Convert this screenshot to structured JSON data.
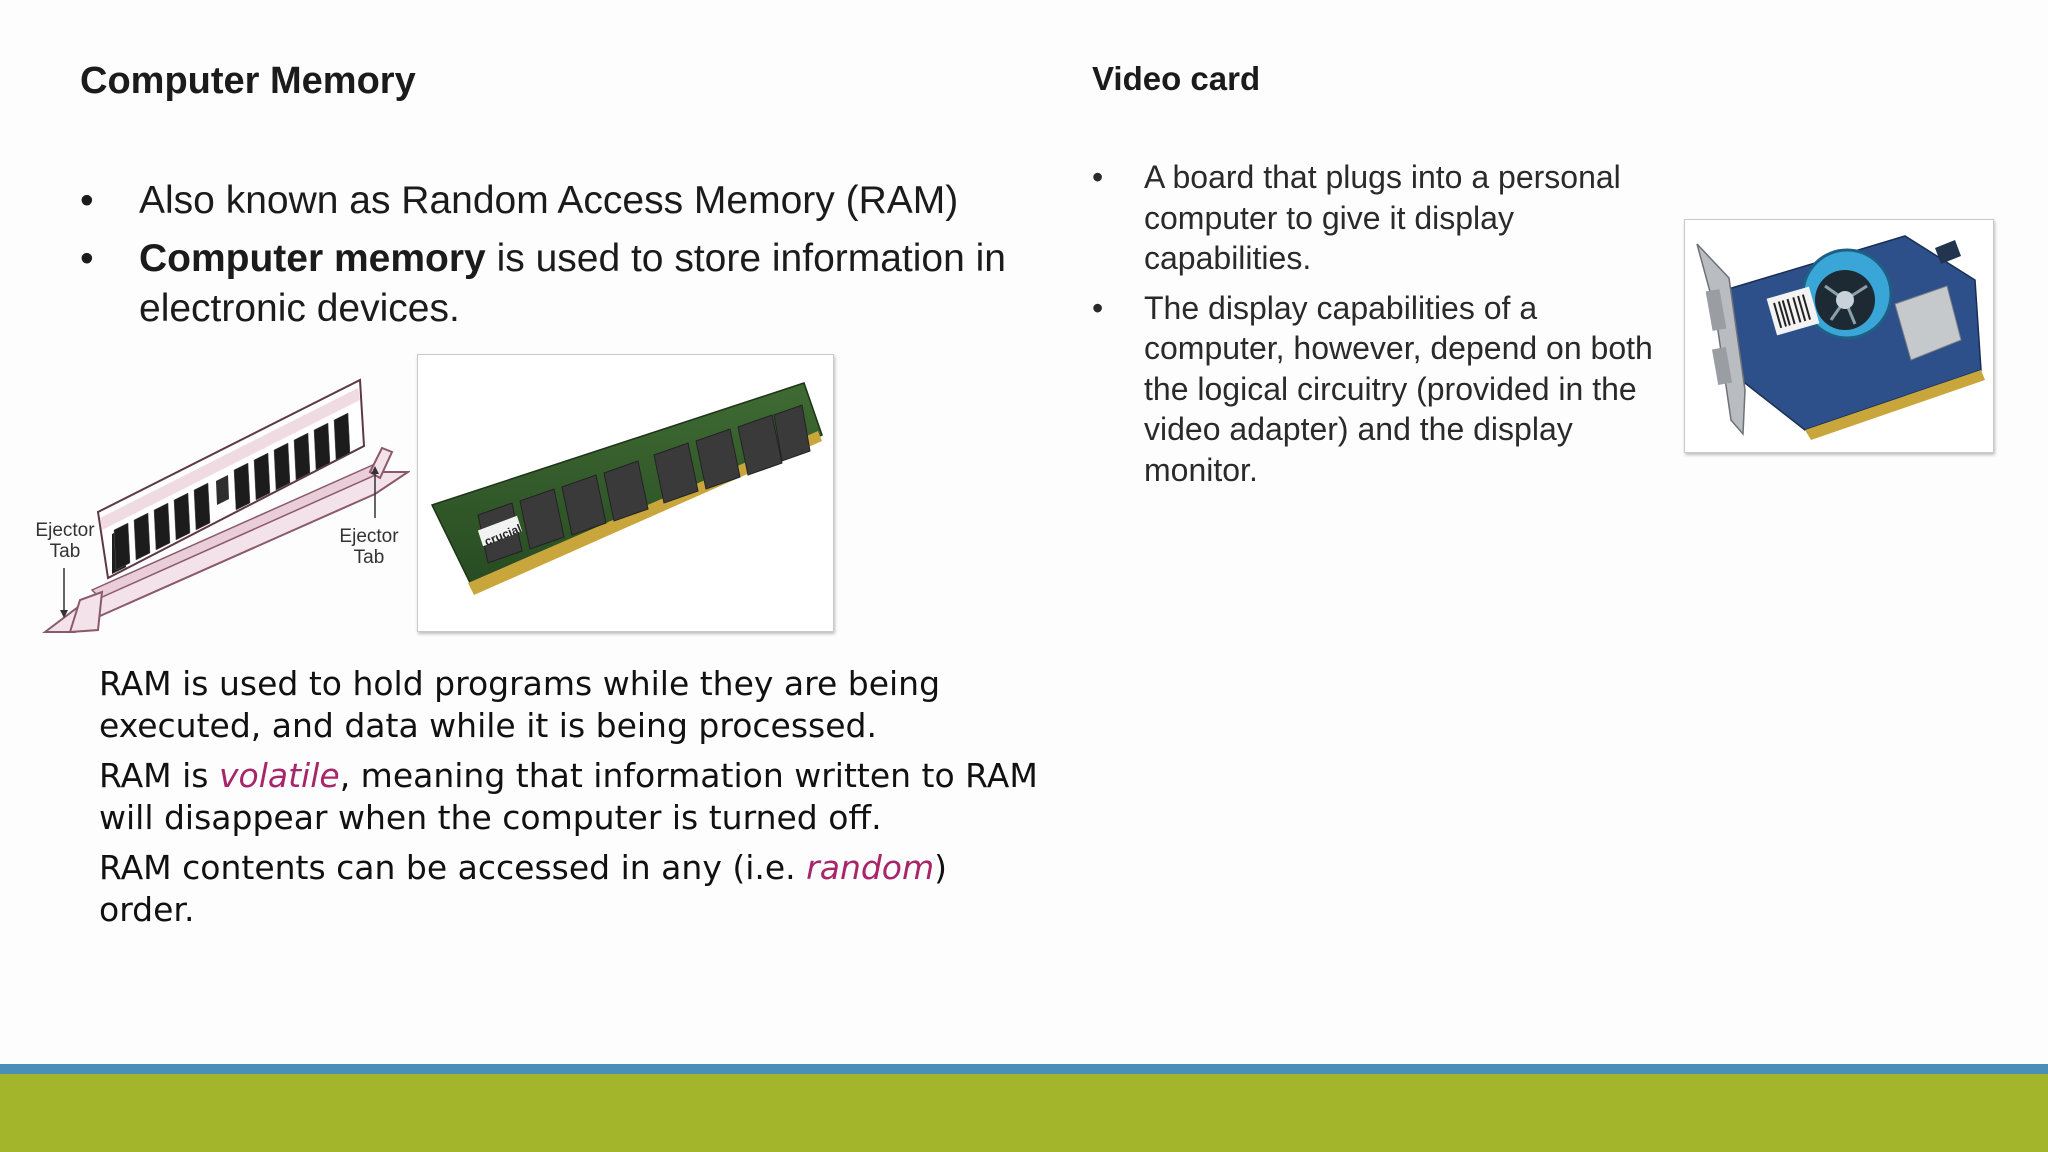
{
  "left": {
    "title": "Computer Memory",
    "bullets": [
      {
        "bold": "",
        "text": "Also known as Random Access Memory (RAM)"
      },
      {
        "bold": "Computer memory",
        "text": " is used to store information in electronic devices."
      }
    ],
    "diagram": {
      "left_label": "Ejector Tab",
      "right_label": "Ejector Tab"
    },
    "photo": {
      "brand": "crucial"
    },
    "paragraphs": [
      {
        "a": "RAM is used to hold programs while they are being executed, and data while it is being processed.",
        "accent": "",
        "b": ""
      },
      {
        "a": "RAM is ",
        "accent": "volatile",
        "b": ", meaning that information written to RAM will disappear when the computer is turned off."
      },
      {
        "a": "RAM contents can be accessed in any (i.e. ",
        "accent": "random",
        "b": ") order."
      }
    ]
  },
  "right": {
    "title": "Video card",
    "bullets": [
      "A board that plugs into a personal computer to give it display capabilities.",
      "The display capabilities of a computer, however, depend on both the logical circuitry (provided in the video adapter) and the display monitor."
    ]
  },
  "bullet_char": "•",
  "colors": {
    "accent": "#a8256a",
    "footer_line": "#4a8fb8",
    "footer_band": "#a3b52a"
  }
}
